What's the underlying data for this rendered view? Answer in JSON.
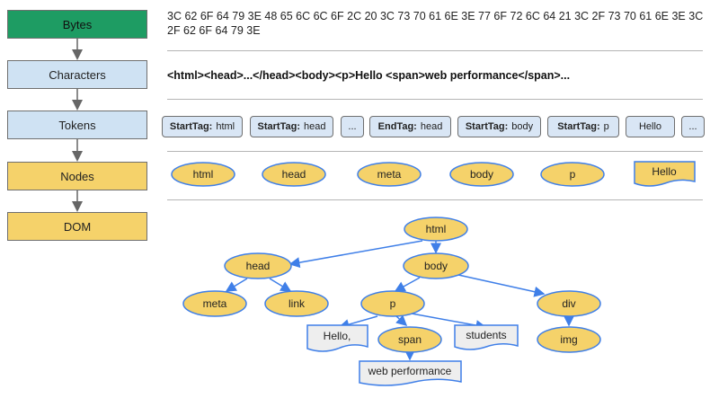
{
  "pipeline": {
    "steps": [
      "Bytes",
      "Characters",
      "Tokens",
      "Nodes",
      "DOM"
    ]
  },
  "bytes_text": "3C 62 6F 64 79 3E 48 65 6C 6C 6F 2C 20 3C 73 70 61 6E 3E 77 6F 72 6C 64 21 3C 2F 73 70 61 6E 3E 3C 2F 62 6F 64 79 3E",
  "characters_text": "<html><head>...</head><body><p>Hello <span>web performance</span>...",
  "tokens": [
    {
      "tag": "StartTag:",
      "name": "html"
    },
    {
      "tag": "StartTag:",
      "name": "head"
    },
    {
      "tag": "",
      "name": "..."
    },
    {
      "tag": "EndTag:",
      "name": "head"
    },
    {
      "tag": "StartTag:",
      "name": "body"
    },
    {
      "tag": "StartTag:",
      "name": "p"
    },
    {
      "tag": "",
      "name": "Hello"
    },
    {
      "tag": "",
      "name": "..."
    }
  ],
  "nodes": [
    "html",
    "head",
    "meta",
    "body",
    "p",
    "Hello"
  ],
  "dom": {
    "html": "html",
    "head": "head",
    "body": "body",
    "meta": "meta",
    "link": "link",
    "p": "p",
    "div": "div",
    "hello": "Hello,",
    "span": "span",
    "students": "students",
    "img": "img",
    "web_performance": "web performance"
  },
  "colors": {
    "green": "#1e9c63",
    "blue_box": "#cfe2f3",
    "yellow": "#f5d26a",
    "node_fill": "#f5d26a",
    "edge_blue": "#3f7fe8",
    "text_node_fill": "#eeeeee"
  }
}
